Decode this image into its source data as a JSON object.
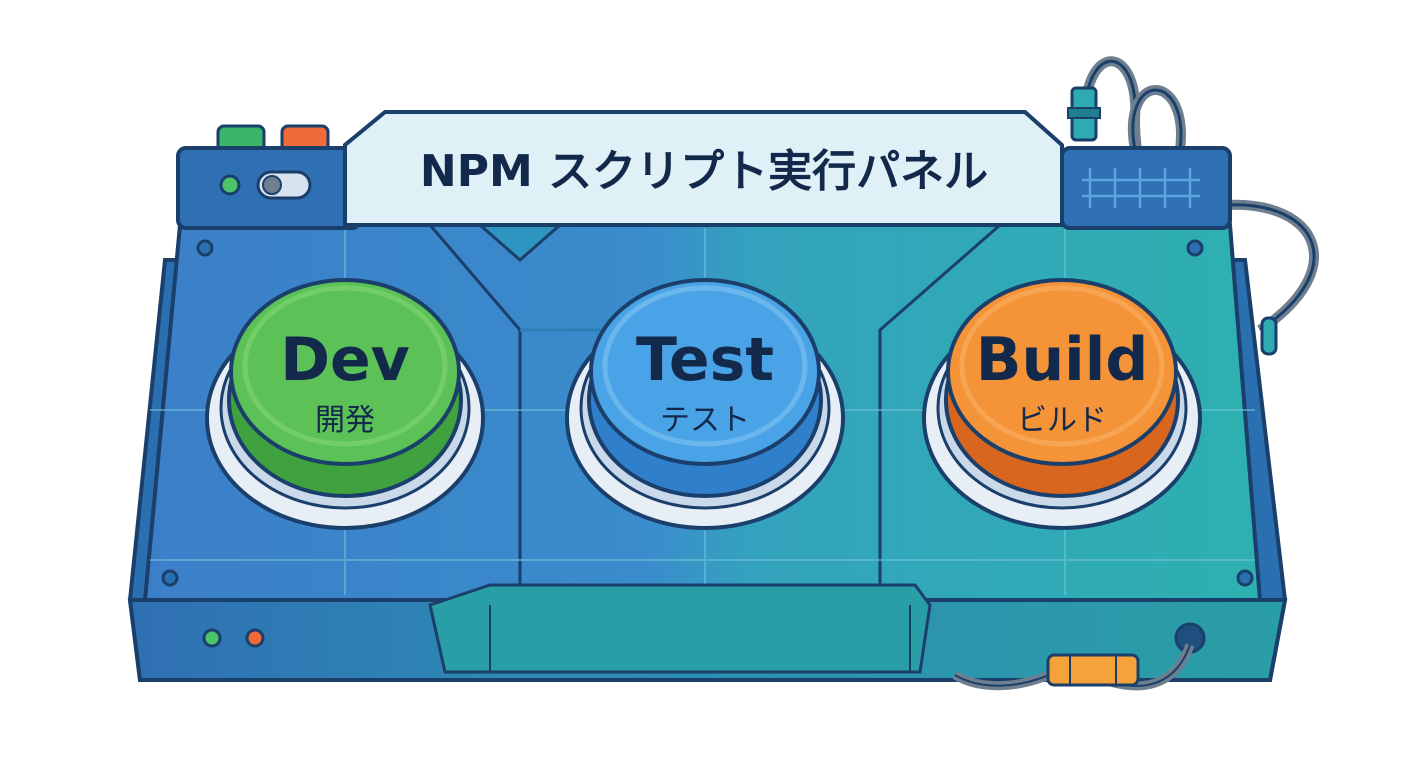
{
  "panel": {
    "title": "NPM スクリプト実行パネル"
  },
  "buttons": [
    {
      "label": "Dev",
      "sublabel": "開発",
      "color": "#5cc257",
      "shade": "#3fa23e",
      "rim": "#7fd36f"
    },
    {
      "label": "Test",
      "sublabel": "テスト",
      "color": "#4aa3e6",
      "shade": "#2f7fcb",
      "rim": "#78bff0"
    },
    {
      "label": "Build",
      "sublabel": "ビルド",
      "color": "#f59338",
      "shade": "#d9661f",
      "rim": "#f8ad5f"
    }
  ],
  "colors": {
    "outline": "#1b3f6b",
    "panel_left": "#3b82c8",
    "panel_right": "#2eaab3",
    "title_bg": "#dff0f7",
    "led_green": "#4cc46a",
    "led_orange": "#f06a3a"
  }
}
